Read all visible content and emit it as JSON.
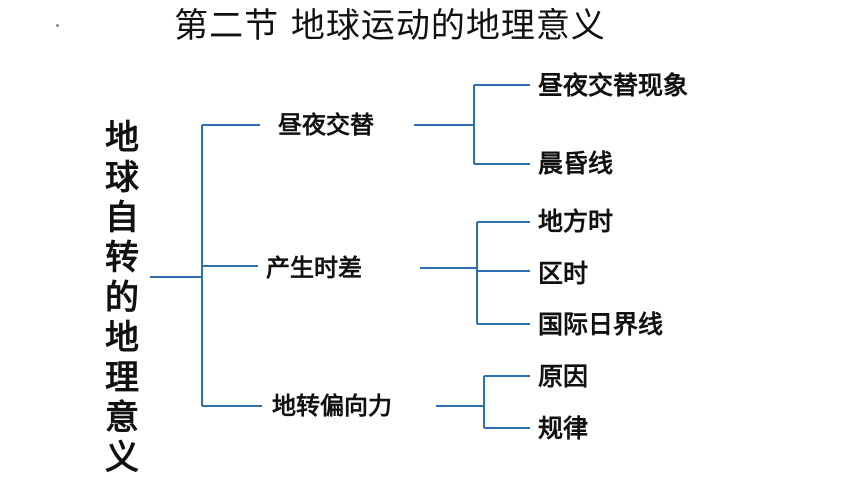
{
  "title": "第二节  地球运动的地理意义",
  "root_chars": [
    "地",
    "球",
    "自",
    "转",
    "的",
    "地",
    "理",
    "意",
    "义"
  ],
  "branches": [
    {
      "label": "昼夜交替",
      "children": [
        "昼夜交替现象",
        "晨昏线"
      ]
    },
    {
      "label": "产生时差",
      "children": [
        "地方时",
        "区时",
        "国际日界线"
      ]
    },
    {
      "label": "地转偏向力",
      "children": [
        "原因",
        "规律"
      ]
    }
  ],
  "line_color": "#2e6fad"
}
